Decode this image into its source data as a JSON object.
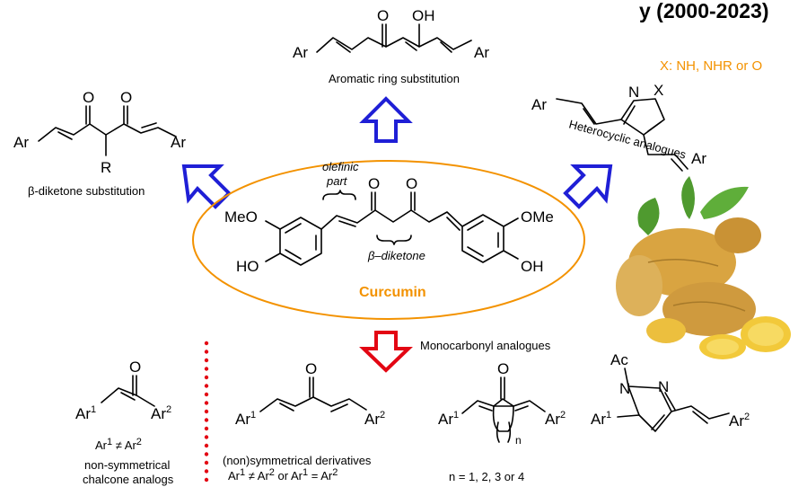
{
  "title_fragment": "y (2000-2023)",
  "captions": {
    "aromatic": "Aromatic ring substitution",
    "diketone_sub": "β-diketone substitution",
    "heterocyclic": "Heterocyclic analogues",
    "hetero_x": "X: NH, NHR or O",
    "monocarbonyl": "Monocarbonyl analogues",
    "chalcone_cond_a": "Ar",
    "chalcone_cond_sup1": "1",
    "chalcone_cond_ne": "≠",
    "chalcone_cond_b": "Ar",
    "chalcone_cond_sup2": "2",
    "chalcone_name_1": "non-symmetrical",
    "chalcone_name_2": "chalcone analogs",
    "nonsym_name": "(non)symmetrical derivatives",
    "nonsym_cond_1": "Ar",
    "nonsym_cond_2": "≠ Ar",
    "nonsym_cond_3": "or Ar",
    "nonsym_cond_4": "= Ar",
    "cyclic_cond": "n = 1, 2, 3 or 4"
  },
  "curcumin": {
    "name": "Curcumin",
    "olefinic_1": "olefinic",
    "olefinic_2": "part",
    "diketone": "β–diketone",
    "meo_left": "MeO",
    "ho_left": "HO",
    "ome_right": "OMe",
    "oh_right": "OH",
    "o1": "O",
    "o2": "O"
  },
  "atoms": {
    "ar": "Ar",
    "ar1": "Ar",
    "ar2": "Ar",
    "sup1": "1",
    "sup2": "2",
    "o": "O",
    "oh": "OH",
    "r": "R",
    "n": "N",
    "x": "X",
    "ac": "Ac",
    "n_sub": "n"
  },
  "colors": {
    "accent_orange": "#f39200",
    "arrow_blue": "#1f1fd6",
    "arrow_red": "#e30613",
    "dots_red": "#e30613",
    "ginger_body": "#d9a441",
    "ginger_leaf": "#4f9a2f"
  }
}
